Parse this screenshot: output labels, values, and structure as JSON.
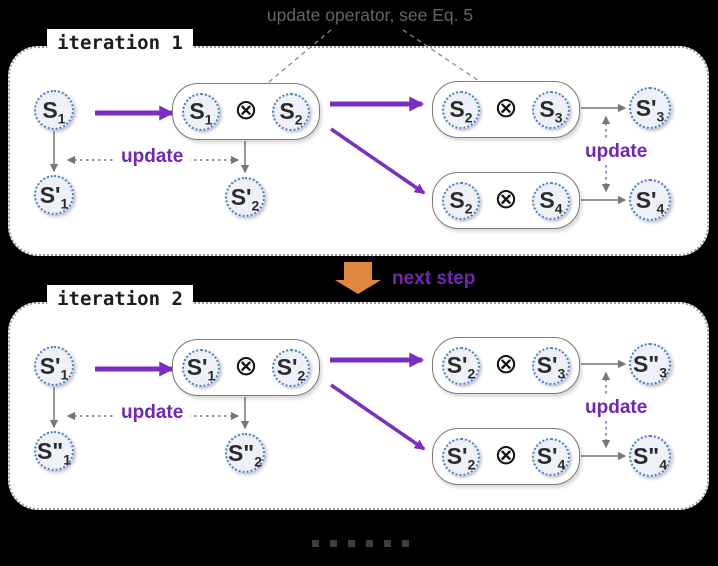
{
  "annotation": {
    "text": "update operator, see Eq. 5"
  },
  "next_step_label": "next step",
  "operator": "⊗",
  "colors": {
    "background": "#000000",
    "accent_purple": "#7b2fc0",
    "orange_arrow": "#e0883f",
    "node_border_blue": "#4d7ec2",
    "arrow_gray": "#767676",
    "annotation_gray": "#646464"
  },
  "iterations": [
    {
      "tab_label": "iteration 1",
      "update_label_left": "update",
      "update_label_right": "update",
      "nodes": {
        "src": {
          "base": "S",
          "sub": "1"
        },
        "src_result": {
          "base": "S'",
          "sub": "1"
        },
        "mid_left": {
          "base": "S",
          "sub": "1"
        },
        "mid_right": {
          "base": "S",
          "sub": "2"
        },
        "mid_result": {
          "base": "S'",
          "sub": "2"
        },
        "rt_left": {
          "base": "S",
          "sub": "2"
        },
        "rt_right": {
          "base": "S",
          "sub": "3"
        },
        "rt_result": {
          "base": "S'",
          "sub": "3"
        },
        "rb_left": {
          "base": "S",
          "sub": "2"
        },
        "rb_right": {
          "base": "S",
          "sub": "4"
        },
        "rb_result": {
          "base": "S'",
          "sub": "4"
        }
      }
    },
    {
      "tab_label": "iteration 2",
      "update_label_left": "update",
      "update_label_right": "update",
      "nodes": {
        "src": {
          "base": "S'",
          "sub": "1"
        },
        "src_result": {
          "base": "S\"",
          "sub": "1"
        },
        "mid_left": {
          "base": "S'",
          "sub": "1"
        },
        "mid_right": {
          "base": "S'",
          "sub": "2"
        },
        "mid_result": {
          "base": "S\"",
          "sub": "2"
        },
        "rt_left": {
          "base": "S'",
          "sub": "2"
        },
        "rt_right": {
          "base": "S'",
          "sub": "3"
        },
        "rt_result": {
          "base": "S\"",
          "sub": "3"
        },
        "rb_left": {
          "base": "S'",
          "sub": "2"
        },
        "rb_right": {
          "base": "S'",
          "sub": "4"
        },
        "rb_result": {
          "base": "S\"",
          "sub": "4"
        }
      }
    }
  ]
}
